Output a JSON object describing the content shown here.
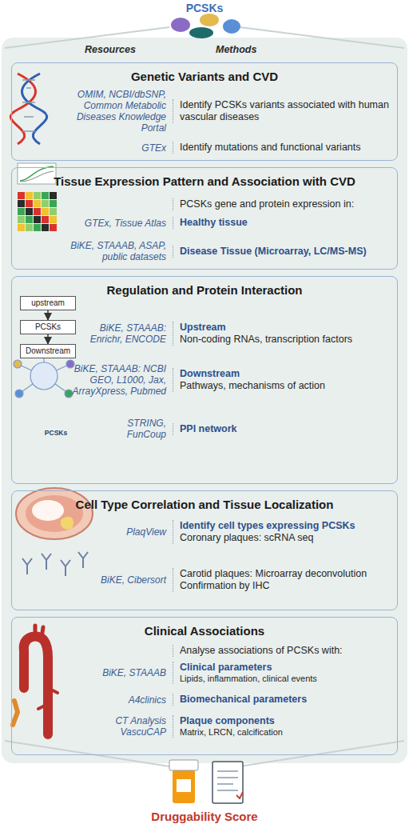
{
  "diagram": {
    "title": "PCSKs",
    "nodes": [
      {
        "text": [
          "Resources",
          "Methods"
        ]
      },
      {
        "text": [
          "Genetic Variants and CVD",
          "OMIM, NCBI/dbSNP, Common Metabolic Diseases Knowledge Portal",
          "Identify PCSKs variants associated with human vascular diseases",
          "GTEx",
          "Identify mutations and functional variants"
        ],
        "in": 0
      },
      {
        "text": [
          "Tissue Expression Pattern and Association with CVD",
          "PCSKs gene and protein expression in:",
          "GTEx, Tissue Atlas",
          "Healthy tissue",
          "BiKE, STAAAB, ASAP, public datasets",
          "Disease Tissue (Microarray, LC/MS-MS)"
        ],
        "in": 0
      },
      {
        "text": [
          "Regulation and Protein Interaction",
          "BiKE, STAAAB: Enrichr, ENCODE",
          "Upstream",
          "Non-coding RNAs, transcription factors",
          "BiKE, STAAAB: NCBI GEO, L1000, Jax, ArrayXpress, Pubmed",
          "Downstream",
          "Pathways, mechanisms of action",
          "STRING, FunCoup",
          "PPI network"
        ],
        "in": 0
      },
      {
        "text": [
          "upstream"
        ],
        "in": 3
      },
      {
        "text": [
          "PCSKs"
        ],
        "in": 3
      },
      {
        "text": [
          "Downstream"
        ],
        "in": 3
      },
      {
        "text": [
          "Cell Type Correlation and Tissue Localization",
          "PlaqView",
          "Identify cell types expressing PCSKs",
          "Coronary plaques: scRNA seq",
          "BiKE, Cibersort",
          "Carotid plaques: Microarray deconvolution",
          "Confirmation by IHC"
        ],
        "in": 0
      },
      {
        "text": [
          "Clinical Associations",
          "Analyse associations of PCSKs with:",
          "BiKE, STAAAB",
          "Clinical parameters",
          "Lipids, inflammation, clinical events",
          "A4clinics",
          "Biomechanical parameters",
          "CT Analysis VascuCAP",
          "Plaque components",
          "Matrix, LRCN, calcification"
        ],
        "in": 0
      }
    ],
    "edges": [
      {
        "from": 4,
        "to": 5,
        "arrow": "to"
      },
      {
        "from": 5,
        "to": 6,
        "arrow": "to"
      }
    ],
    "labels": [
      "PCSKs",
      "Druggability Score"
    ]
  }
}
